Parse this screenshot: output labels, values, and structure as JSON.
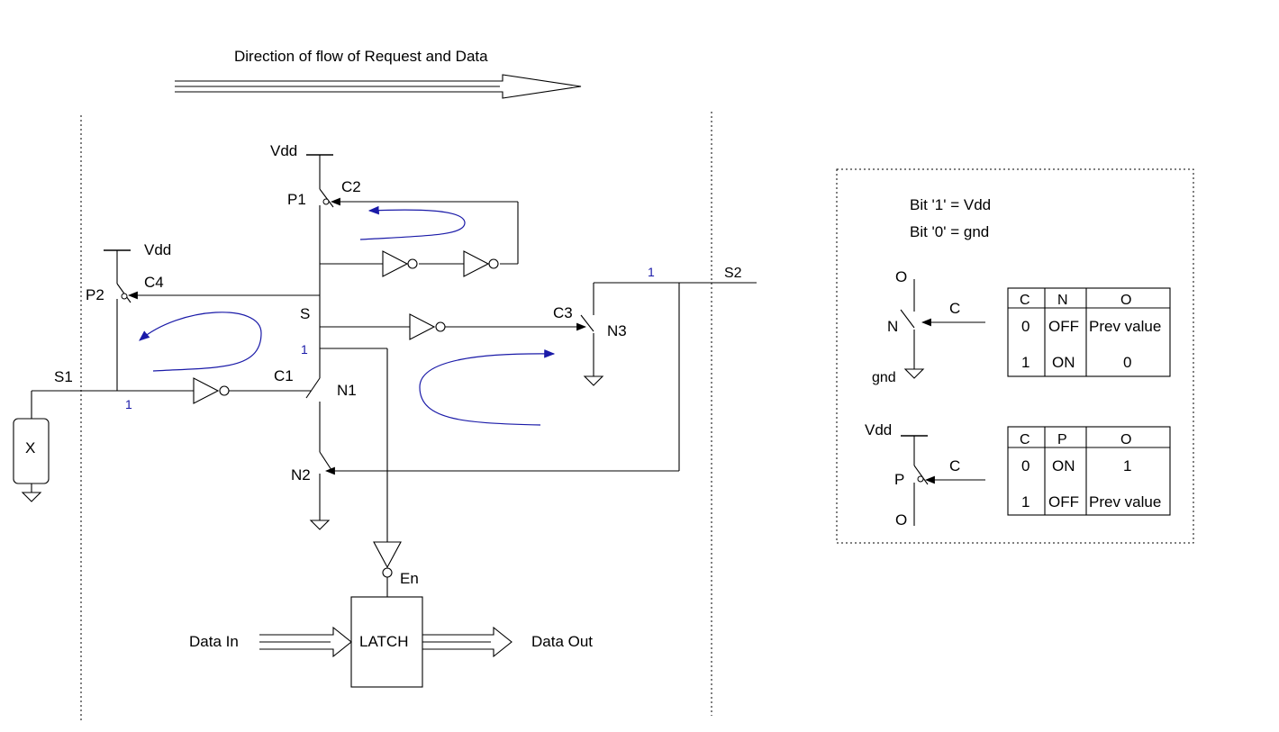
{
  "header": {
    "flow_direction": "Direction of flow of Request and Data"
  },
  "nodes": {
    "vdd_p1": "Vdd",
    "vdd_p2": "Vdd",
    "p1": "P1",
    "p2": "P2",
    "c1": "C1",
    "c2": "C2",
    "c3": "C3",
    "c4": "C4",
    "s": "S",
    "s1": "S1",
    "s2": "S2",
    "n1": "N1",
    "n2": "N2",
    "n3": "N3",
    "x": "X",
    "en": "En",
    "latch": "LATCH",
    "data_in": "Data In",
    "data_out": "Data Out",
    "bit_s": "1",
    "bit_s1": "1",
    "bit_s2": "1"
  },
  "legend": {
    "bit1": "Bit '1' = Vdd",
    "bit0": "Bit '0' = gnd",
    "nmos": {
      "o": "O",
      "n": "N",
      "c": "C",
      "gnd": "gnd"
    },
    "pmos": {
      "vdd": "Vdd",
      "p": "P",
      "c": "C",
      "o": "O"
    },
    "n_table": {
      "headers": [
        "C",
        "N",
        "O"
      ],
      "rows": [
        [
          "0",
          "OFF",
          "Prev value"
        ],
        [
          "1",
          "ON",
          "0"
        ]
      ]
    },
    "p_table": {
      "headers": [
        "C",
        "P",
        "O"
      ],
      "rows": [
        [
          "0",
          "ON",
          "1"
        ],
        [
          "1",
          "OFF",
          "Prev value"
        ]
      ]
    }
  },
  "colors": {
    "wire": "#000000",
    "flow_curve": "#1a1aa8",
    "bit_label": "#1a1aa8"
  }
}
